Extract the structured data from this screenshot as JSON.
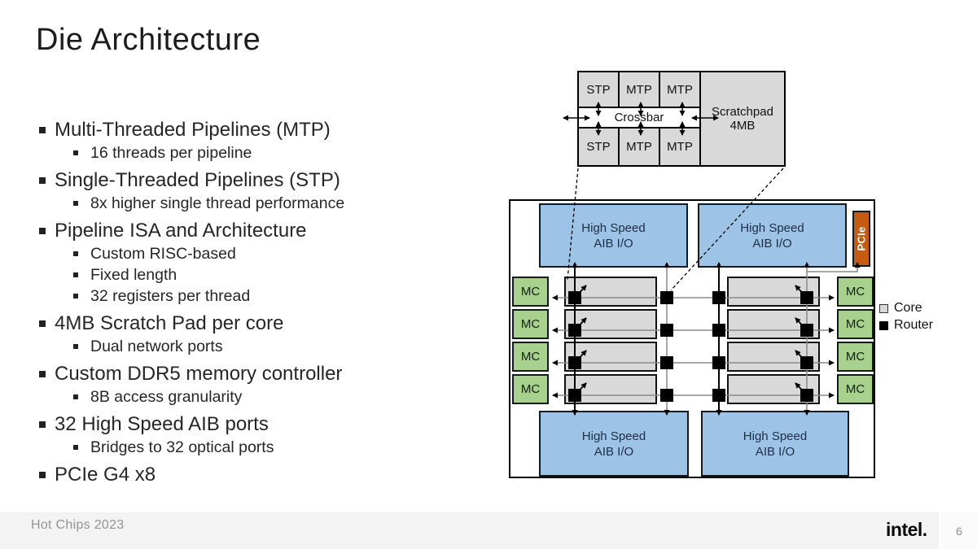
{
  "slide": {
    "title": "Die Architecture",
    "footer": "Hot Chips 2023",
    "logo_text": "intel.",
    "page_number": "6"
  },
  "bullets": [
    {
      "level": 1,
      "text": "Multi-Threaded Pipelines (MTP)"
    },
    {
      "level": 2,
      "text": "16 threads per pipeline"
    },
    {
      "level": 1,
      "text": "Single-Threaded Pipelines (STP)"
    },
    {
      "level": 2,
      "text": "8x higher single thread performance"
    },
    {
      "level": 1,
      "text": "Pipeline ISA and Architecture"
    },
    {
      "level": 2,
      "text": "Custom RISC-based"
    },
    {
      "level": 2,
      "text": "Fixed length"
    },
    {
      "level": 2,
      "text": "32 registers per thread"
    },
    {
      "level": 1,
      "text": "4MB Scratch Pad per core"
    },
    {
      "level": 2,
      "text": "Dual network ports"
    },
    {
      "level": 1,
      "text": "Custom DDR5 memory controller"
    },
    {
      "level": 2,
      "text": "8B access granularity"
    },
    {
      "level": 1,
      "text": "32 High Speed AIB ports"
    },
    {
      "level": 2,
      "text": "Bridges to 32 optical ports"
    },
    {
      "level": 1,
      "text": "PCIe G4 x8"
    }
  ],
  "core_detail": {
    "pipes_top": [
      "STP",
      "MTP",
      "MTP"
    ],
    "pipes_bottom": [
      "STP",
      "MTP",
      "MTP"
    ],
    "crossbar_label": "Crossbar",
    "scratchpad_line1": "Scratchpad",
    "scratchpad_line2": "4MB"
  },
  "die": {
    "aib_label_line1": "High Speed",
    "aib_label_line2": "AIB I/O",
    "pcie_label": "PCIe",
    "mc_label": "MC",
    "legend": {
      "core": "Core",
      "router": "Router"
    }
  },
  "colors": {
    "aib_blue": "#9DC3E6",
    "mc_green": "#A9D18E",
    "pcie_orange": "#C55A11",
    "core_gray": "#D9D9D9",
    "router_black": "#000000",
    "footer_gray": "#f3f3f3"
  }
}
